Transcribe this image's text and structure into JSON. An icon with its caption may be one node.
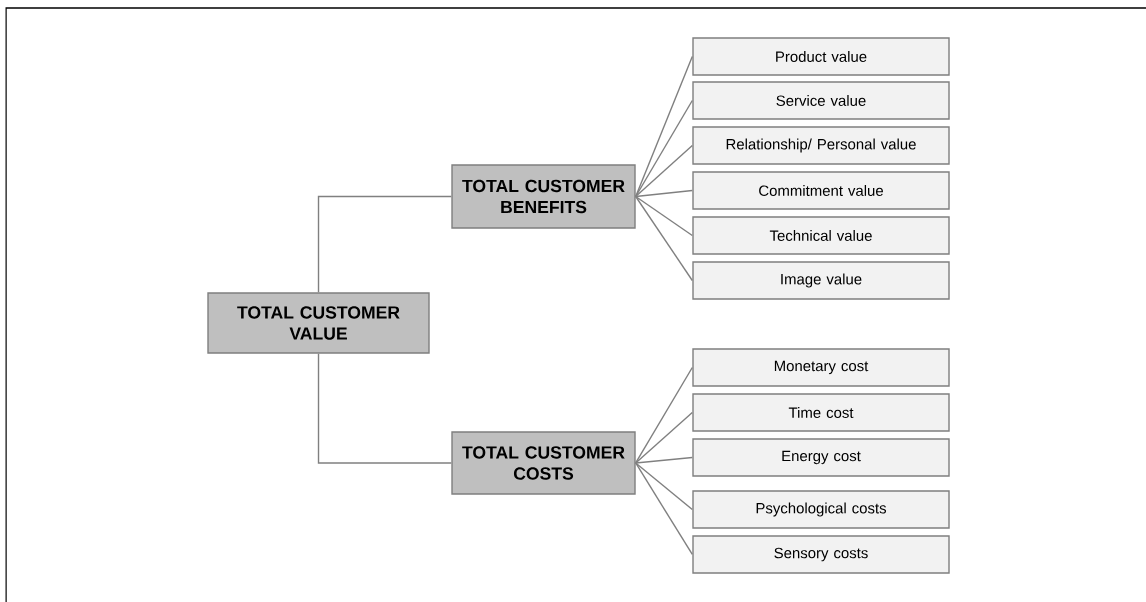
{
  "diagram": {
    "nodes": [
      {
        "text": [
          "TOTAL CUSTOMER VALUE"
        ]
      },
      {
        "text": [
          "TOTAL CUSTOMER BENEFITS"
        ]
      },
      {
        "text": [
          "TOTAL CUSTOMER COSTS"
        ]
      },
      {
        "text": [
          "Product  value"
        ]
      },
      {
        "text": [
          "Service value"
        ]
      },
      {
        "text": [
          "Relationship/ Personal value"
        ]
      },
      {
        "text": [
          "Commitment  value"
        ]
      },
      {
        "text": [
          "Technical value"
        ]
      },
      {
        "text": [
          "Image value"
        ]
      },
      {
        "text": [
          "Monetary cost"
        ]
      },
      {
        "text": [
          "Time cost"
        ]
      },
      {
        "text": [
          "Energy cost"
        ]
      },
      {
        "text": [
          "Psychological costs"
        ]
      },
      {
        "text": [
          "Sensory costs"
        ]
      }
    ],
    "edges": [
      {
        "from": 0,
        "to": 1,
        "arrow": "none"
      },
      {
        "from": 0,
        "to": 2,
        "arrow": "none"
      },
      {
        "from": 1,
        "to": 3,
        "arrow": "none"
      },
      {
        "from": 1,
        "to": 4,
        "arrow": "none"
      },
      {
        "from": 1,
        "to": 5,
        "arrow": "none"
      },
      {
        "from": 1,
        "to": 6,
        "arrow": "none"
      },
      {
        "from": 1,
        "to": 7,
        "arrow": "none"
      },
      {
        "from": 1,
        "to": 8,
        "arrow": "none"
      },
      {
        "from": 2,
        "to": 9,
        "arrow": "none"
      },
      {
        "from": 2,
        "to": 10,
        "arrow": "none"
      },
      {
        "from": 2,
        "to": 11,
        "arrow": "none"
      },
      {
        "from": 2,
        "to": 12,
        "arrow": "none"
      },
      {
        "from": 2,
        "to": 13,
        "arrow": "none"
      }
    ]
  }
}
